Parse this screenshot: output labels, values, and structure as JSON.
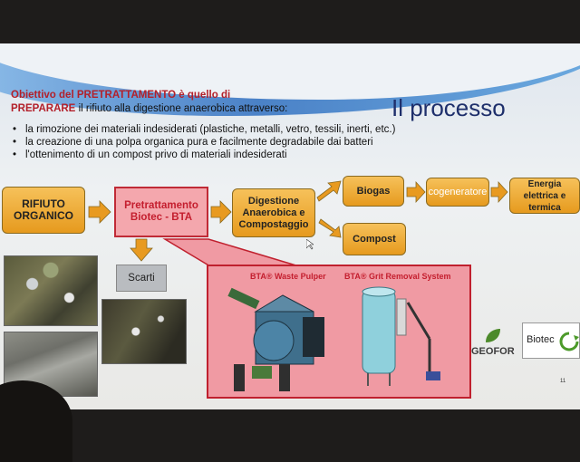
{
  "slide": {
    "objective": {
      "line1_bold": "Obiettivo del PRETRATTAMENTO",
      "line1_rest": "è quello di",
      "line2_bold": "PREPARARE",
      "line2_rest": "il rifiuto alla digestione anaerobica attraverso:"
    },
    "title": "Il processo",
    "bullets": [
      "la rimozione dei materiali indesiderati (plastiche, metalli, vetro, tessili, inerti, etc.)",
      "la creazione di una polpa organica pura e facilmente degradabile dai batteri",
      "l'ottenimento di un compost privo di materiali indesiderati"
    ],
    "flow": {
      "rifiuto": "RIFIUTO ORGANICO",
      "pretrattamento": "Pretrattamento Biotec - BTA",
      "digestione": "Digestione Anaerobica e Compostaggio",
      "biogas": "Biogas",
      "cogeneratore": "cogeneratore",
      "energia": "Energia elettrica e termica",
      "compost": "Compost",
      "scarti": "Scarti"
    },
    "panel": {
      "pulper_label": "BTA® Waste Pulper",
      "grit_label": "BTA® Grit Removal System"
    },
    "logos": {
      "geofor": "GEOFOR",
      "biotec": "Biotec"
    },
    "page_number": "11"
  },
  "colors": {
    "accent_red": "#c41e2e",
    "box_orange": "#e69a1e",
    "title_blue": "#1e2f6b"
  }
}
